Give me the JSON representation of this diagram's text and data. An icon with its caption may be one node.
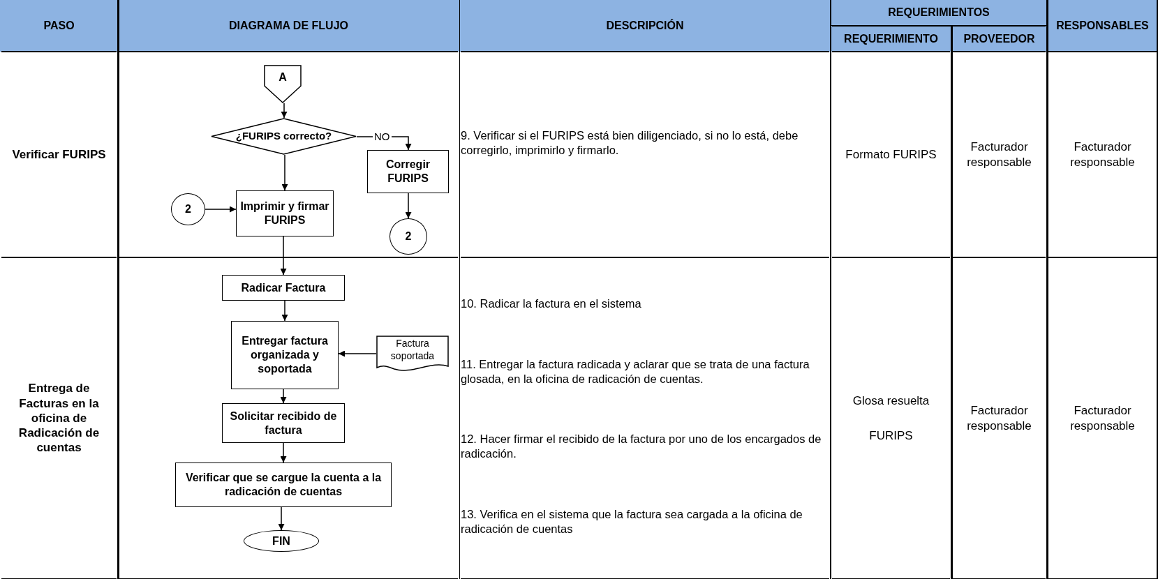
{
  "diagram": {
    "nodes": [
      {
        "text": [
          "A"
        ]
      },
      {
        "text": [
          "¿FURIPS correcto?"
        ]
      },
      {
        "text": [
          "Corregir FURIPS"
        ]
      },
      {
        "text": [
          "2"
        ]
      },
      {
        "text": [
          "Imprimir y firmar FURIPS"
        ]
      },
      {
        "text": [
          "2"
        ]
      },
      {
        "text": [
          "Radicar Factura"
        ]
      },
      {
        "text": [
          "Entregar factura organizada y soportada"
        ]
      },
      {
        "text": [
          "Factura soportada"
        ]
      },
      {
        "text": [
          "Solicitar recibido de factura"
        ]
      },
      {
        "text": [
          "Verificar que se cargue la cuenta a la radicación de cuentas"
        ]
      },
      {
        "text": [
          "FIN"
        ]
      }
    ],
    "edges": [
      {
        "from": 0,
        "to": 1,
        "arrow": "to"
      },
      {
        "from": 1,
        "to": 2,
        "arrow": "to",
        "label": "NO"
      },
      {
        "from": 1,
        "to": 4,
        "arrow": "to"
      },
      {
        "from": 3,
        "to": 4,
        "arrow": "to"
      },
      {
        "from": 2,
        "to": 5,
        "arrow": "to"
      },
      {
        "from": 4,
        "to": 6,
        "arrow": "to"
      },
      {
        "from": 6,
        "to": 7,
        "arrow": "to"
      },
      {
        "from": 8,
        "to": 7,
        "arrow": "to"
      },
      {
        "from": 7,
        "to": 9,
        "arrow": "to"
      },
      {
        "from": 9,
        "to": 10,
        "arrow": "to"
      },
      {
        "from": 10,
        "to": 11,
        "arrow": "to"
      }
    ],
    "labels": [
      "PASO",
      "DIAGRAMA DE FLUJO",
      "DESCRIPCIÓN",
      "REQUERIMIENTOS",
      "RESPONSABLES",
      "REQUERIMIENTO",
      "PROVEEDOR",
      "Verificar FURIPS",
      "9. Verificar si el FURIPS está bien diligenciado, si no lo está, debe corregirlo, imprimirlo y firmarlo.",
      "Formato FURIPS",
      "Facturador responsable",
      "Facturador responsable",
      "Entrega de Facturas en la oficina de Radicación de cuentas",
      "10. Radicar la factura en el sistema",
      "11. Entregar la factura radicada y aclarar que se trata de una factura glosada, en la oficina de radicación de cuentas.",
      "12. Hacer firmar el recibido de la factura por uno de los encargados de radicación.",
      "13. Verifica en el sistema que la factura sea cargada a la oficina de radicación de cuentas",
      "Glosa resuelta",
      "FURIPS",
      "Facturador responsable",
      "Facturador responsable"
    ]
  }
}
